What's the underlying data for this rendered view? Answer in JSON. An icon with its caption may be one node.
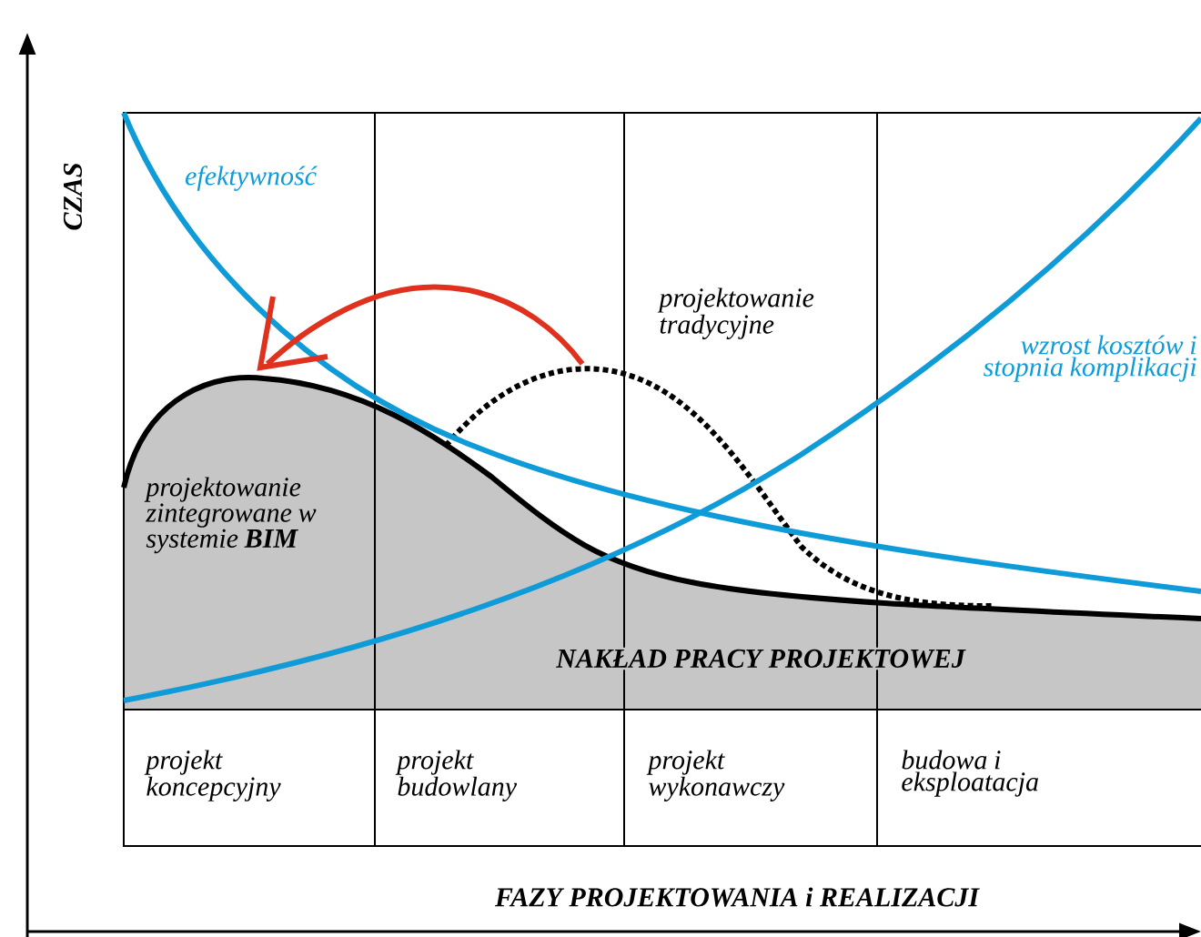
{
  "diagram": {
    "labels": [
      "CZAS",
      "efektywność",
      "projektowanie tradycyjne",
      "wzrost kosztów i stopnia komplikacji",
      "projektowanie zintegrowane w systemie **BIM**",
      "NAKŁAD PRACY PROJEKTOWEJ",
      "projekt koncepcyjny",
      "projekt budowlany",
      "projekt wykonawczy",
      "budowa i eksploatacja",
      "FAZY PROJEKTOWANIA i REALIZACJI"
    ]
  }
}
